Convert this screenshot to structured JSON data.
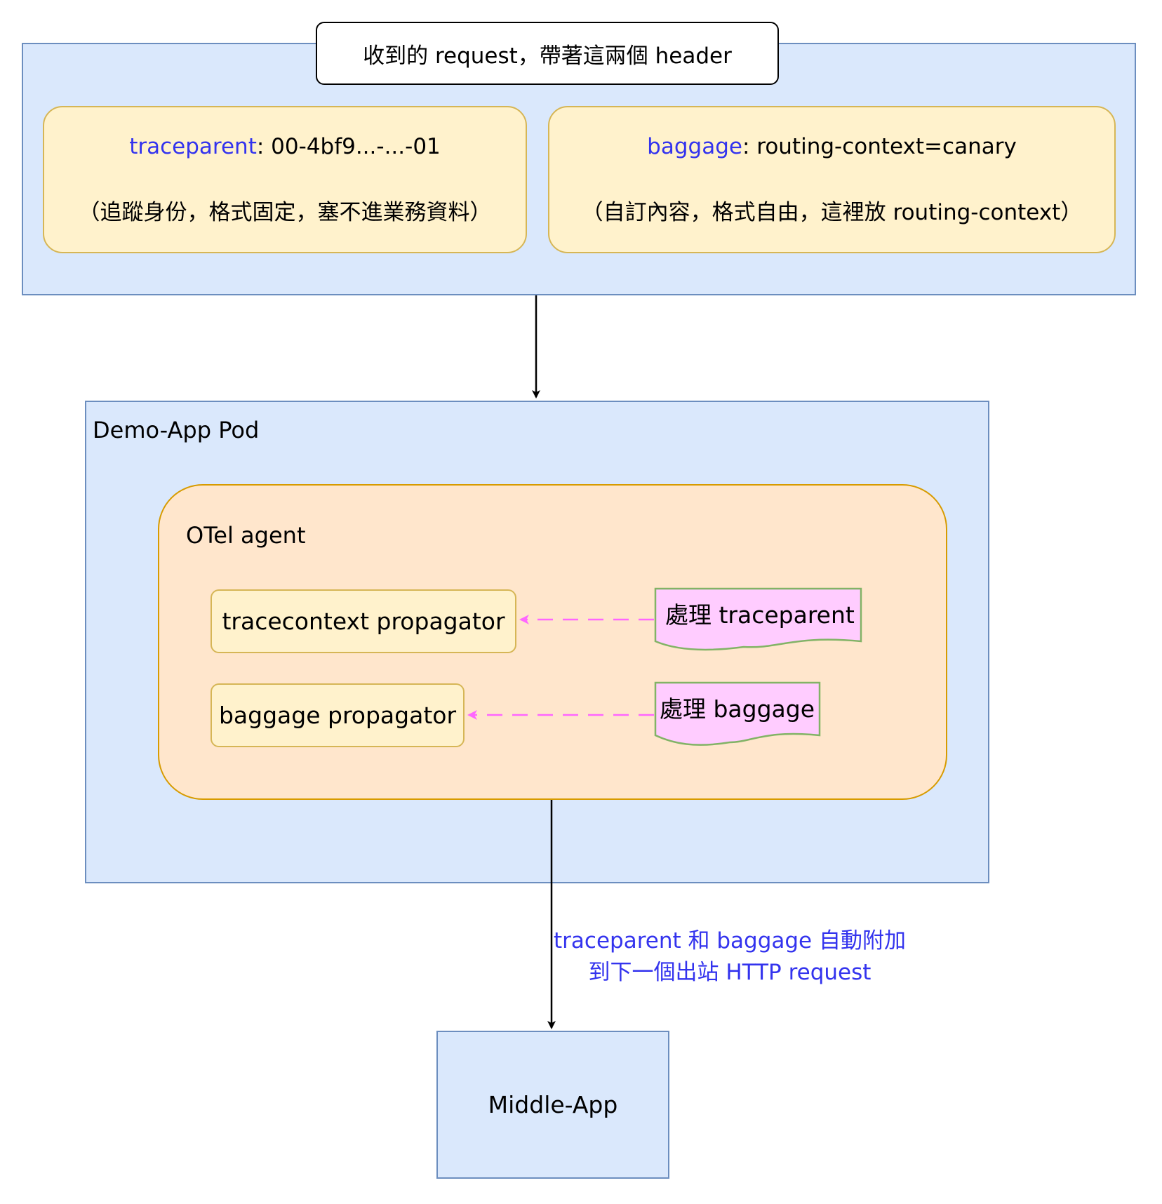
{
  "request_panel": {
    "title": "收到的 request，帶著這兩個 header",
    "traceparent_card": {
      "key": "traceparent",
      "value": ": 00-4bf9...-...-01",
      "note": "（追蹤身份，格式固定，塞不進業務資料）"
    },
    "baggage_card": {
      "key": "baggage",
      "value": ": routing-context=canary",
      "note": "（自訂內容，格式自由，這裡放 routing-context）"
    }
  },
  "pod": {
    "label": "Demo-App Pod",
    "agent": {
      "label": "OTel agent",
      "tracecontext_propagator": "tracecontext propagator",
      "baggage_propagator": "baggage propagator",
      "handle_traceparent": "處理 traceparent",
      "handle_baggage": "處理 baggage"
    }
  },
  "outbound_label": {
    "line1": "traceparent 和 baggage 自動附加",
    "line2": "到下一個出站 HTTP request"
  },
  "middle_app": {
    "label": "Middle-App"
  },
  "colors": {
    "panel_fill": "#dae8fc",
    "panel_stroke": "#6c8ebf",
    "card_fill": "#fff2cc",
    "card_stroke": "#d6b656",
    "agent_fill": "#ffe6cc",
    "agent_stroke": "#d79b00",
    "note_fill": "#ffccff",
    "note_stroke": "#82b366",
    "dashed_arrow": "#ff66ff",
    "keyword_text": "#3333ee"
  }
}
